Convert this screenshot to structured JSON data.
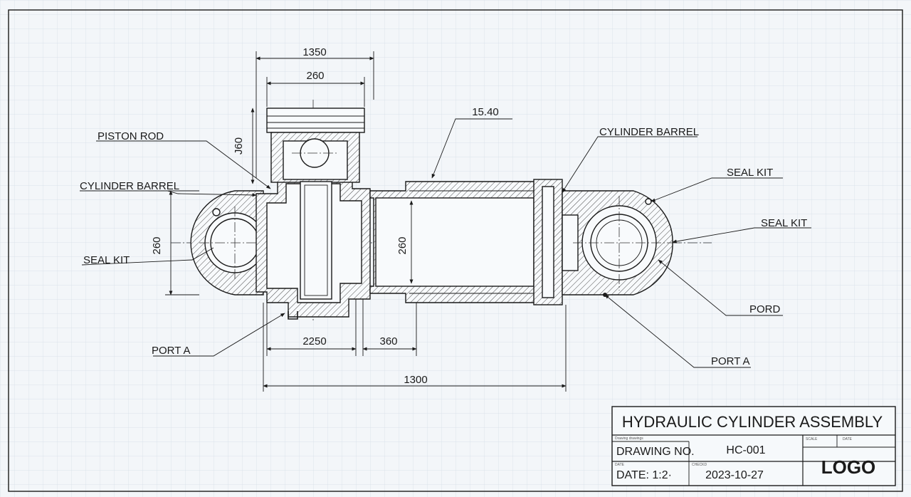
{
  "drawing": {
    "dimensions": [
      "1350",
      "260",
      "15.40",
      "J60",
      "260",
      "260",
      "2250",
      "360",
      "1300"
    ],
    "callouts": [
      "PISTON ROD",
      "CYLINDER BARREL",
      "SEAL KIT",
      "PORT A",
      "CYLINDER BARREL",
      "SEAL KIT",
      "SEAL KIT",
      "PORD",
      "PORT A"
    ]
  },
  "title_block": {
    "title": "HYDRAULIC CYLINDER ASSEMBLY",
    "drawing_no_label": "DRAWING NO.",
    "drawing_no": "HC-001",
    "date_scale_label": "DATE: 1:2·",
    "date": "2023-10-27",
    "logo": "LOGO",
    "tiny_labels": [
      "Drawing drawings",
      "SCALE",
      "DATE",
      "DATE",
      "CHECKD"
    ]
  },
  "colors": {
    "paper": "#f3f6f9",
    "grid": "#d3dde7",
    "ink": "#1a1a1a"
  }
}
